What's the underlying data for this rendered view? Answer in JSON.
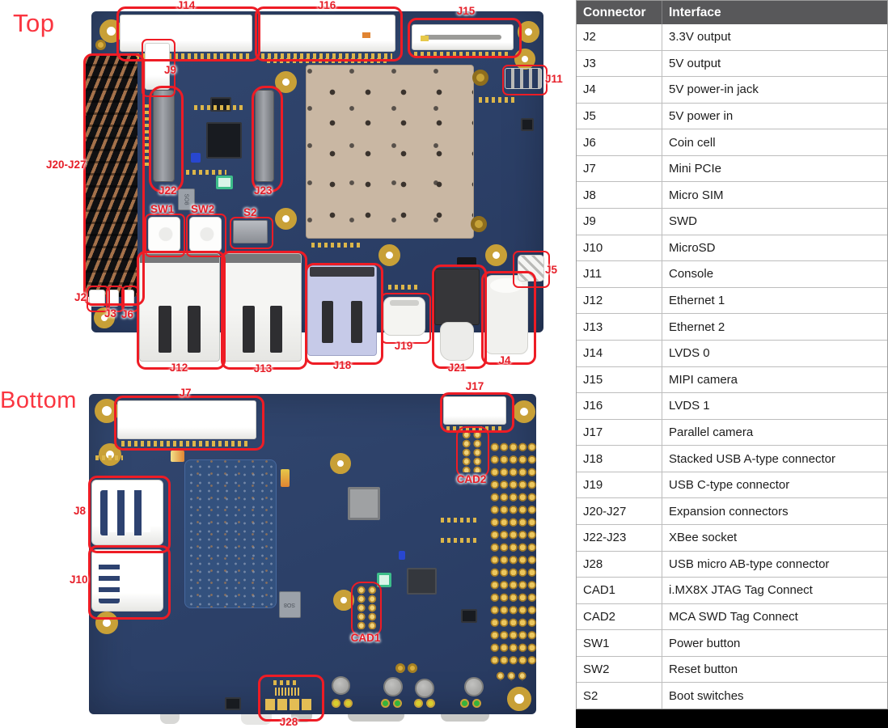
{
  "figure": {
    "top_view_label": "Top",
    "bottom_view_label": "Bottom"
  },
  "top_annotations": [
    "J14",
    "J16",
    "J15",
    "J11",
    "J20-J27",
    "J9",
    "J22",
    "J23",
    "SW1",
    "SW2",
    "S2",
    "J2",
    "J3",
    "J6",
    "J12",
    "J13",
    "J18",
    "J19",
    "J21",
    "J4",
    "J5"
  ],
  "bottom_annotations": [
    "J7",
    "J17",
    "CAD2",
    "J8",
    "J10",
    "CAD1",
    "J28"
  ],
  "silkscreen": {
    "so8": "SO8"
  },
  "colors": {
    "annotation_red": "#ee1c25",
    "pcb_blue": "#2c4068",
    "shield_tan": "#c9b7a3",
    "gold": "#c8a037",
    "table_header_bg": "#58585a"
  },
  "table": {
    "headers": [
      "Connector",
      "Interface"
    ],
    "rows": [
      [
        "J2",
        "3.3V output"
      ],
      [
        "J3",
        "5V output"
      ],
      [
        "J4",
        "5V power-in jack"
      ],
      [
        "J5",
        "5V power in"
      ],
      [
        "J6",
        "Coin cell"
      ],
      [
        "J7",
        "Mini PCIe"
      ],
      [
        "J8",
        "Micro SIM"
      ],
      [
        "J9",
        "SWD"
      ],
      [
        "J10",
        "MicroSD"
      ],
      [
        "J11",
        "Console"
      ],
      [
        "J12",
        "Ethernet 1"
      ],
      [
        "J13",
        "Ethernet 2"
      ],
      [
        "J14",
        "LVDS 0"
      ],
      [
        "J15",
        "MIPI camera"
      ],
      [
        "J16",
        "LVDS 1"
      ],
      [
        "J17",
        "Parallel camera"
      ],
      [
        "J18",
        "Stacked USB A-type connector"
      ],
      [
        "J19",
        "USB C-type connector"
      ],
      [
        "J20-J27",
        "Expansion connectors"
      ],
      [
        "J22-J23",
        "XBee socket"
      ],
      [
        "J28",
        "USB micro AB-type connector"
      ],
      [
        "CAD1",
        "i.MX8X JTAG Tag Connect"
      ],
      [
        "CAD2",
        "MCA SWD Tag Connect"
      ],
      [
        "SW1",
        "Power button"
      ],
      [
        "SW2",
        "Reset button"
      ],
      [
        "S2",
        "Boot switches"
      ]
    ]
  }
}
